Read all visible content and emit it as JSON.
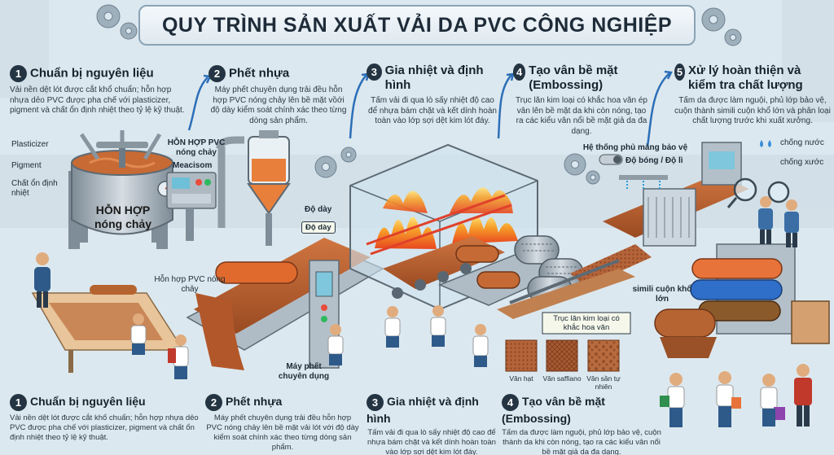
{
  "title": "QUY TRÌNH SẢN XUẤT VẢI DA PVC CÔNG NGHIỆP",
  "top_steps": [
    {
      "num": "1",
      "title": "Chuẩn bị nguyên liệu",
      "desc": "Vải nền dệt lót được cắt khổ chuẩn; hỗn hợp nhựa dẻo PVC được pha chế với plasticizer, pigment và chất ổn định nhiệt theo tỷ lệ kỹ thuật."
    },
    {
      "num": "2",
      "title": "Phết nhựa",
      "desc": "Máy phết chuyên dụng trải đều hỗn hợp PVC nóng chảy lên bề mặt vồới độ dày kiểm soát chính xác theo từng dòng sản phẩm."
    },
    {
      "num": "3",
      "title": "Gia nhiệt và định hình",
      "desc": "Tấm vải đi qua lò sấy nhiệt độ cao để nhựa bám chặt và kết dính hoàn toàn vào lớp sợi dệt kim lót đáy."
    },
    {
      "num": "4",
      "title": "Tạo vân bề mặt (Embossing)",
      "desc": "Trục lăn kim loại có khắc hoa văn ép vân lên bề mặt da khi còn nóng, tạo ra các kiểu vân nổi bề mặt giả da đa dạng."
    },
    {
      "num": "5",
      "title": "Xử lý hoàn thiện và kiểm tra chất lượng",
      "desc": "Tấm da được làm nguội, phủ lớp bảo vệ, cuộn thành simili cuộn khổ lớn và phân loại chất lượng trước khi xuất xưởng."
    }
  ],
  "labels": {
    "plasticizer": "Plasticizer",
    "pigment": "Pigment",
    "stabilizer": "Chất ổn định nhiệt",
    "mix_tank": "HỖN HỢP nóng chảy",
    "pvc_melt_top": "HỖN HỢP PVC nóng chảy",
    "meacisom": "Meacisom",
    "thickness": "Độ dày",
    "thickness_tag": "Độ dày",
    "pvc_melt_bottom": "Hỗn hợp PVC nóng chảy",
    "coating_machine": "Máy phết chuyên dụng",
    "protective_system": "Hệ thống phủ màng bảo vệ",
    "gloss_tag": "Độ bóng / Độ lì",
    "waterproof": "chống nước",
    "scratchproof": "chống xước",
    "simili_roll": "simili cuộn khổ lớn",
    "engraved_roller": "Trục lăn kim loại có khắc hoa văn"
  },
  "swatches": [
    {
      "name": "Vân hạt",
      "color": "#b5643a"
    },
    {
      "name": "Vân saffiano",
      "color": "#a85a33"
    },
    {
      "name": "Vân sần tự nhiên",
      "color": "#b86b3e"
    }
  ],
  "bottom_steps": [
    {
      "num": "1",
      "title": "Chuẩn bị nguyên liệu",
      "desc": "Vải nền dệt lót được cắt khổ chuẩn; hỗn hợp nhựa dẻo PVC được pha chế với plasticizer, pigment và chất ổn định nhiệt theo tỷ lệ kỹ thuật."
    },
    {
      "num": "2",
      "title": "Phết nhựa",
      "desc": "Máy phết chuyên dụng trải đều hỗn hợp PVC nóng chảy lên bề mặt vải lót với độ dày kiểm soát chính xác theo từng dòng sản phẩm."
    },
    {
      "num": "3",
      "title": "Gia nhiệt và định hình",
      "desc": "Tấm vải đi qua lò sấy nhiệt độ cao để nhựa bám chặt và kết dính hoàn toàn vào lớp sợi dệt kim lót đáy."
    },
    {
      "num": "4",
      "title": "Tạo vân bề mặt (Embossing)",
      "desc": "Tấm da được làm nguội, phủ lớp bảo vệ, cuộn thành da khi còn nóng, tạo ra các kiểu vân nổi bề mặt giả da đa dạng."
    }
  ],
  "colors": {
    "leather": "#b8602e",
    "leather_dark": "#8c4420",
    "steel": "#a9b6c0",
    "steel_dark": "#6f7e8a",
    "fire": "#f08a24",
    "accent_orange": "#e8733a",
    "accent_blue": "#2f6fc9"
  }
}
